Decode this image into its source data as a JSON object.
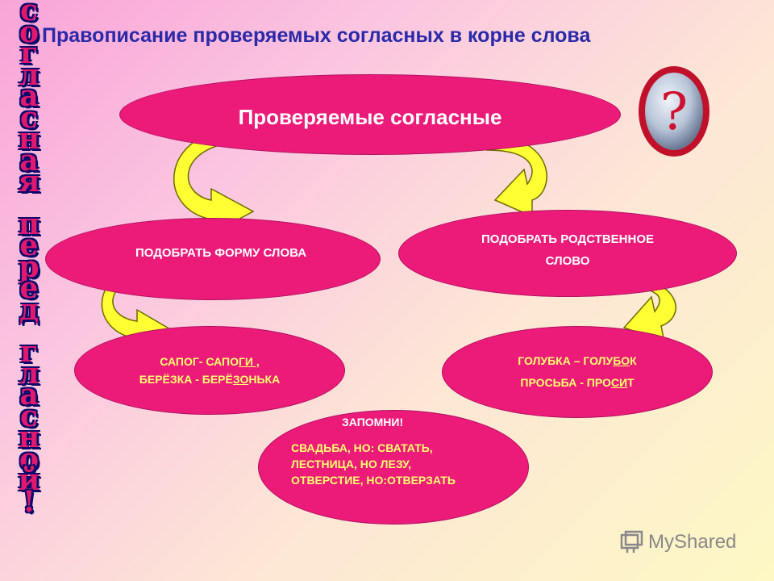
{
  "slide": {
    "title": "Правописание проверяемых согласных в корне слова",
    "vertical_letters": [
      "с",
      "о",
      "г",
      "л",
      "а",
      "с",
      "н",
      "а",
      "я",
      "",
      "п",
      "е",
      "р",
      "е",
      "д",
      "",
      "г",
      "л",
      "а",
      "с",
      "н",
      "о",
      "й",
      "!"
    ],
    "main_label": "Проверяемые согласные",
    "left_label": "ПОДОБРАТЬ ФОРМУ СЛОВА",
    "right_label_line1": "ПОДОБРАТЬ РОДСТВЕННОЕ",
    "right_label_line2": "СЛОВО",
    "ex1": {
      "l1_a": "САПОГ- САПО",
      "l1_u": "ГИ",
      "l1_b": " ,",
      "l2_a": "БЕРЁЗКА - БЕРЁ",
      "l2_u": "ЗО",
      "l2_b": "НЬКА"
    },
    "ex2": {
      "l1_a": "ГОЛУБКА – ГОЛУ",
      "l1_u": "БО",
      "l1_b": "К",
      "l2_a": "ПРОСЬБА - ПРО",
      "l2_u": "СИ",
      "l2_b": "Т"
    },
    "memo": {
      "heading": "ЗАПОМНИ!",
      "line1": "СВАДЬБА, НО: СВАТАТЬ,",
      "line2": "ЛЕСТНИЦА, НО ЛЕЗУ,",
      "line3": "ОТВЕРСТИЕ, НО:ОТВЕРЗАТЬ"
    },
    "question_mark": "?",
    "logo_text": "MyShared",
    "colors": {
      "ellipse": "#ec1b7a",
      "arrow": "#ffff33",
      "title": "#2a2aa8"
    }
  }
}
